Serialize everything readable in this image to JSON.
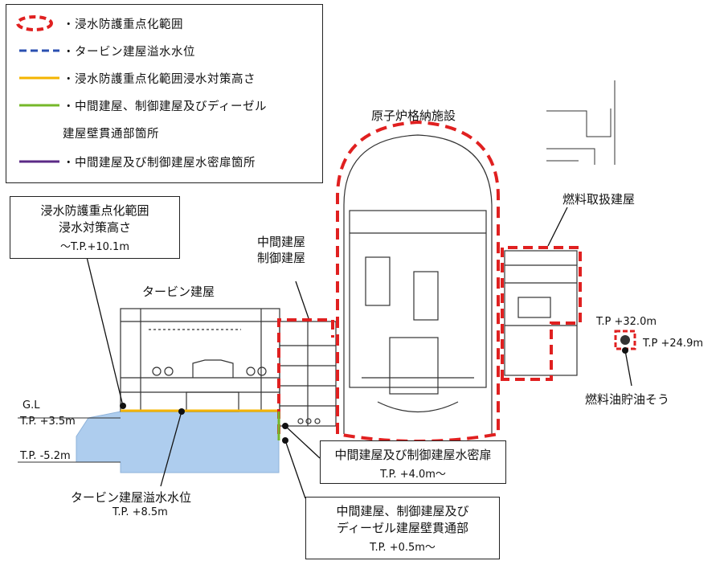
{
  "legend": {
    "items": [
      {
        "label": "・浸水防護重点化範囲",
        "symbol": "red-dashed-ellipse",
        "color": "#e02020"
      },
      {
        "label": "・タービン建屋溢水水位",
        "symbol": "blue-dashed-line",
        "color": "#2a4fb0"
      },
      {
        "label": "・浸水防護重点化範囲浸水対策高さ",
        "symbol": "orange-line",
        "color": "#f4b400"
      },
      {
        "label": "・中間建屋、制御建屋及びディーゼル",
        "symbol": "green-line",
        "color": "#76b82a"
      },
      {
        "label": "建屋壁貫通部箇所",
        "symbol": "",
        "color": ""
      },
      {
        "label": "・中間建屋及び制御建屋水密扉箇所",
        "symbol": "purple-line",
        "color": "#5b2a86"
      }
    ]
  },
  "callouts": {
    "flood_height": {
      "line1": "浸水防護重点化範囲",
      "line2": "浸水対策高さ",
      "value": "〜T.P.+10.1m"
    },
    "watertight_door": {
      "title": "中間建屋及び制御建屋水密扉",
      "value": "T.P. +4.0m〜"
    },
    "wall_penetration": {
      "line1": "中間建屋、制御建屋及び",
      "line2": "ディーゼル建屋壁貫通部",
      "value": "T.P. +0.5m〜"
    }
  },
  "labels": {
    "containment": "原子炉格納施設",
    "fuel_handling": "燃料取扱建屋",
    "intermediate": "中間建屋",
    "control": "制御建屋",
    "turbine": "タービン建屋",
    "turbine_flood_level": "タービン建屋溢水水位",
    "turbine_flood_value": "T.P. +8.5m",
    "fuel_oil_tank": "燃料油貯油そう",
    "gl": "G.L",
    "tp_35": "T.P. +3.5m",
    "tp_m52": "T.P. -5.2m",
    "tp_320": "T.P +32.0m",
    "tp_249": "T.P +24.9m"
  },
  "colors": {
    "flood_boundary": "#e02020",
    "flood_water": "#aecdee",
    "orange": "#f4b400",
    "green": "#76b82a",
    "purple": "#5b2a86"
  }
}
